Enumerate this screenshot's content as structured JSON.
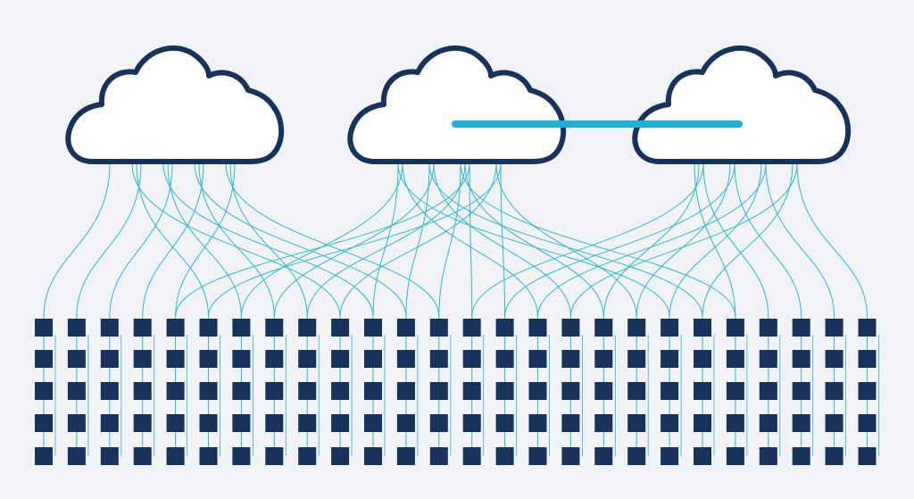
{
  "colors": {
    "background": "#f1f3f7",
    "cloud_stroke": "#17325c",
    "cloud_fill": "#ffffff",
    "node_fill": "#17325c",
    "link_line": "#1ab2d4",
    "connection_line": "#2bb6da"
  },
  "clouds": [
    {
      "name": "cloud-left",
      "icon": "cloud-icon"
    },
    {
      "name": "cloud-center",
      "icon": "cloud-icon"
    },
    {
      "name": "cloud-right",
      "icon": "cloud-icon"
    }
  ],
  "cloud_interconnect": {
    "from": "cloud-center",
    "to": "cloud-right"
  },
  "node_grid": {
    "rows": 5,
    "columns": 26,
    "icon": "square-node-icon"
  }
}
